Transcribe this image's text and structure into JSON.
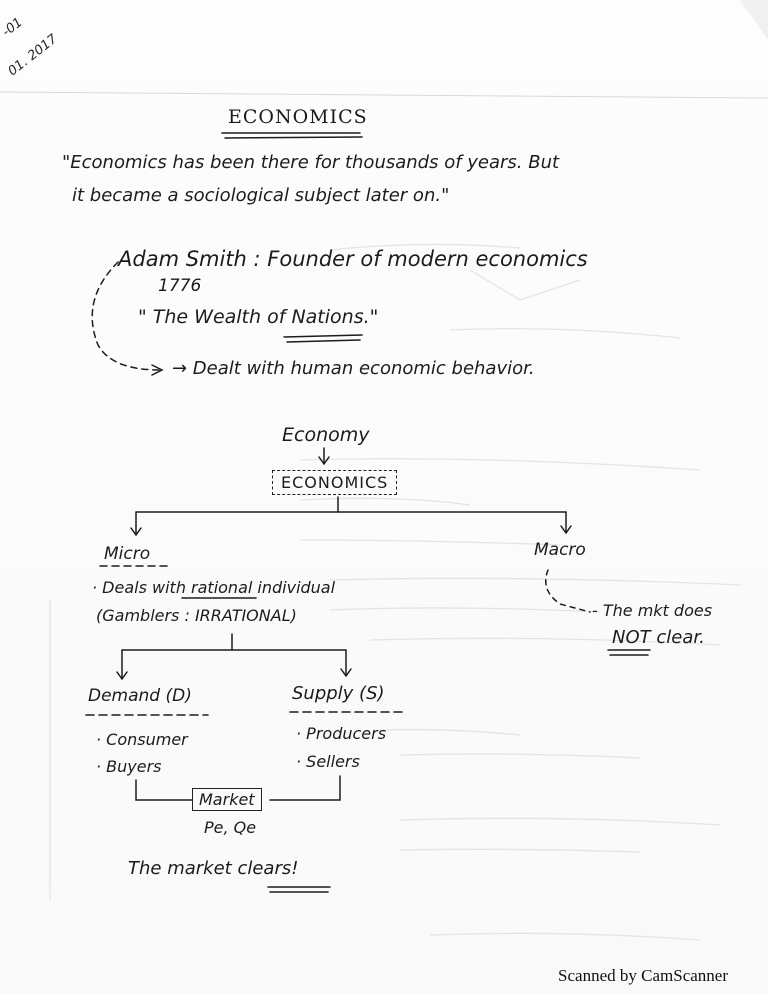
{
  "header": {
    "date_line1": "-01",
    "date_line2": "01. 2017"
  },
  "title": "ECONOMICS",
  "quote": {
    "line1": "\"Economics has been there for thousands of years. But",
    "line2": "it became a sociological subject later on.\""
  },
  "adam_smith": {
    "line1": "Adam Smith : Founder of modern economics",
    "year": "1776",
    "book": "\" The Wealth of Nations.\"",
    "dealt": "Dealt with human economic behavior."
  },
  "diagram": {
    "economy": "Economy",
    "economics": "ECONOMICS",
    "micro": "Micro",
    "macro": "Macro",
    "micro_note1": "Deals with rational individual",
    "micro_note2": "(Gamblers : IRRATIONAL)",
    "macro_note1": "The mkt does",
    "macro_note2": "NOT clear.",
    "demand": "Demand (D)",
    "supply": "Supply (S)",
    "demand_items": [
      "Consumer",
      "Buyers"
    ],
    "supply_items": [
      "Producers",
      "Sellers"
    ],
    "market": "Market",
    "equilibrium": "Pe, Qe",
    "clears": "The market clears!"
  },
  "footer": {
    "scanner": "Scanned by CamScanner"
  }
}
